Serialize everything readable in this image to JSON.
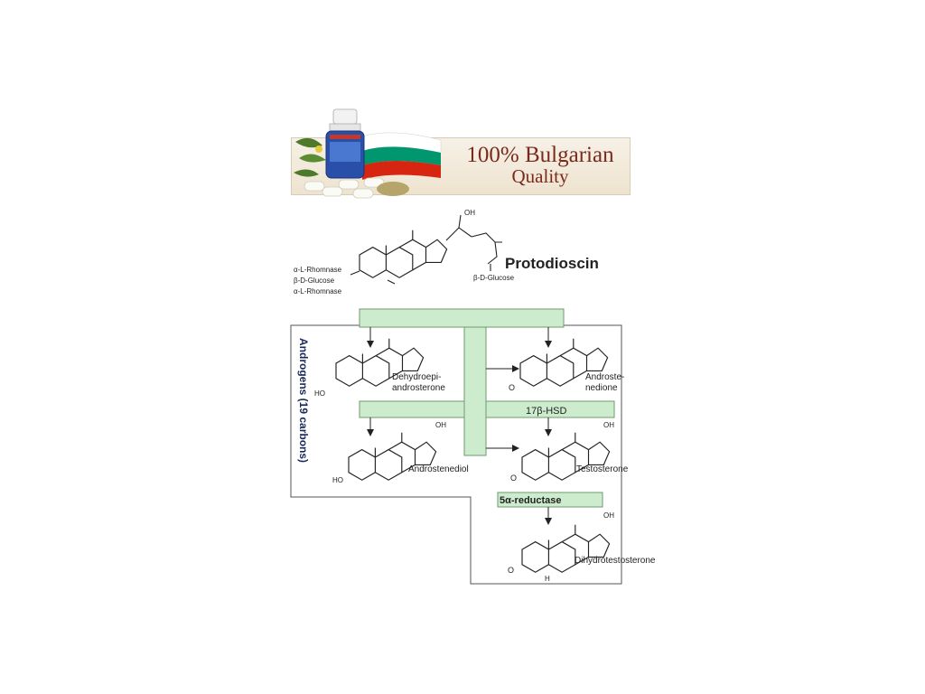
{
  "banner": {
    "line1": "100% Bulgarian",
    "line2": "Quality",
    "flag_colors": [
      "#ffffff",
      "#00966e",
      "#d62612"
    ]
  },
  "protodioscin": {
    "title": "Protodioscin",
    "oh": "OH",
    "glycoside": "β-D-Glucose",
    "sugars": [
      "α-L-Rhomnase",
      "β-D-Glucose",
      "α-L-Rhomnase"
    ]
  },
  "androgens": {
    "side_label": "Androgens (19 carbons)",
    "enzyme_17b": "17β-HSD",
    "enzyme_5a": "5α-reductase",
    "molecules": {
      "dhea": {
        "line1": "Dehydroepi-",
        "line2": "androsterone",
        "group": "HO"
      },
      "androstenedione": {
        "line1": "Androste-",
        "line2": "nedione",
        "group": "O"
      },
      "androstenediol": {
        "name": "Androstenediol",
        "group": "HO",
        "oh": "OH"
      },
      "testosterone": {
        "name": "Testosterone",
        "group": "O",
        "oh": "OH"
      },
      "dht": {
        "name": "Dihydrotestosterone",
        "group": "O",
        "oh": "OH",
        "h": "H"
      }
    }
  },
  "colors": {
    "enzyme_fill": "#cdeccd",
    "banner_text": "#7a2a1c",
    "side_label": "#1a2a5a"
  }
}
